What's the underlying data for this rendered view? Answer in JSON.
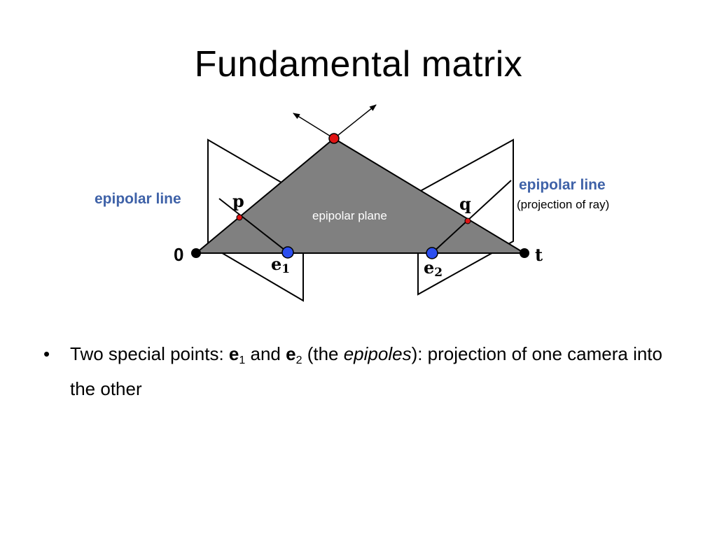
{
  "slide": {
    "title": "Fundamental matrix"
  },
  "diagram": {
    "labels": {
      "epipolar_line_left": "epipolar line",
      "epipolar_line_right": "epipolar line",
      "projection_of_ray": "(projection of ray)",
      "epipolar_plane": "epipolar plane",
      "point_p": "p",
      "point_q": "q",
      "epipole_e1_base": "e",
      "epipole_e1_sub": "1",
      "epipole_e2_base": "e",
      "epipole_e2_sub": "2",
      "origin": "0",
      "translation": "t"
    },
    "colors": {
      "plane_fill": "#808080",
      "epipole": "#2b4ef0",
      "image_point": "#e01414",
      "label_blue": "#3f62a8"
    }
  },
  "bullets": [
    {
      "marker": "•",
      "part1": "Two special points: ",
      "e1_base": "e",
      "e1_sub": "1",
      "part2": " and ",
      "e2_base": "e",
      "e2_sub": "2",
      "part3": " (the ",
      "italic": "epipoles",
      "part4": "): projection of one camera into the other"
    }
  ]
}
